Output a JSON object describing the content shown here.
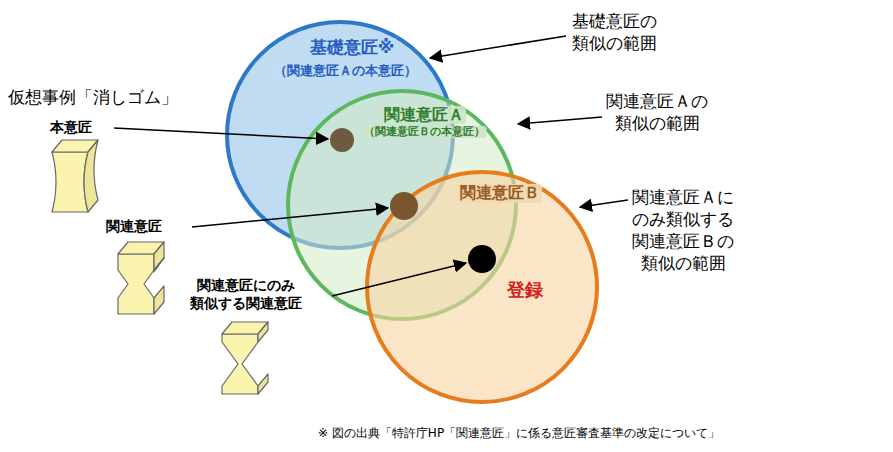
{
  "diagram": {
    "caption": "※ 図の出典「特許庁HP「関連意匠」に係る意匠審査基準の改定について」",
    "nodes": [
      {
        "text": [
          "基礎意匠※",
          "（関連意匠Ａの本意匠）"
        ]
      },
      {
        "text": [
          "関連意匠Ａ",
          "（関連意匠Ｂの本意匠）"
        ]
      },
      {
        "text": [
          "関連意匠Ｂ",
          "登録"
        ]
      }
    ],
    "labels": [
      "仮想事例「消しゴム」",
      "本意匠",
      "関連意匠",
      "関連意匠にのみ 類似する関連意匠",
      "基礎意匠の 類似の範囲",
      "関連意匠Ａの 類似の範囲",
      "関連意匠Ａに のみ類似する 関連意匠Ｂの 類似の範囲"
    ]
  }
}
